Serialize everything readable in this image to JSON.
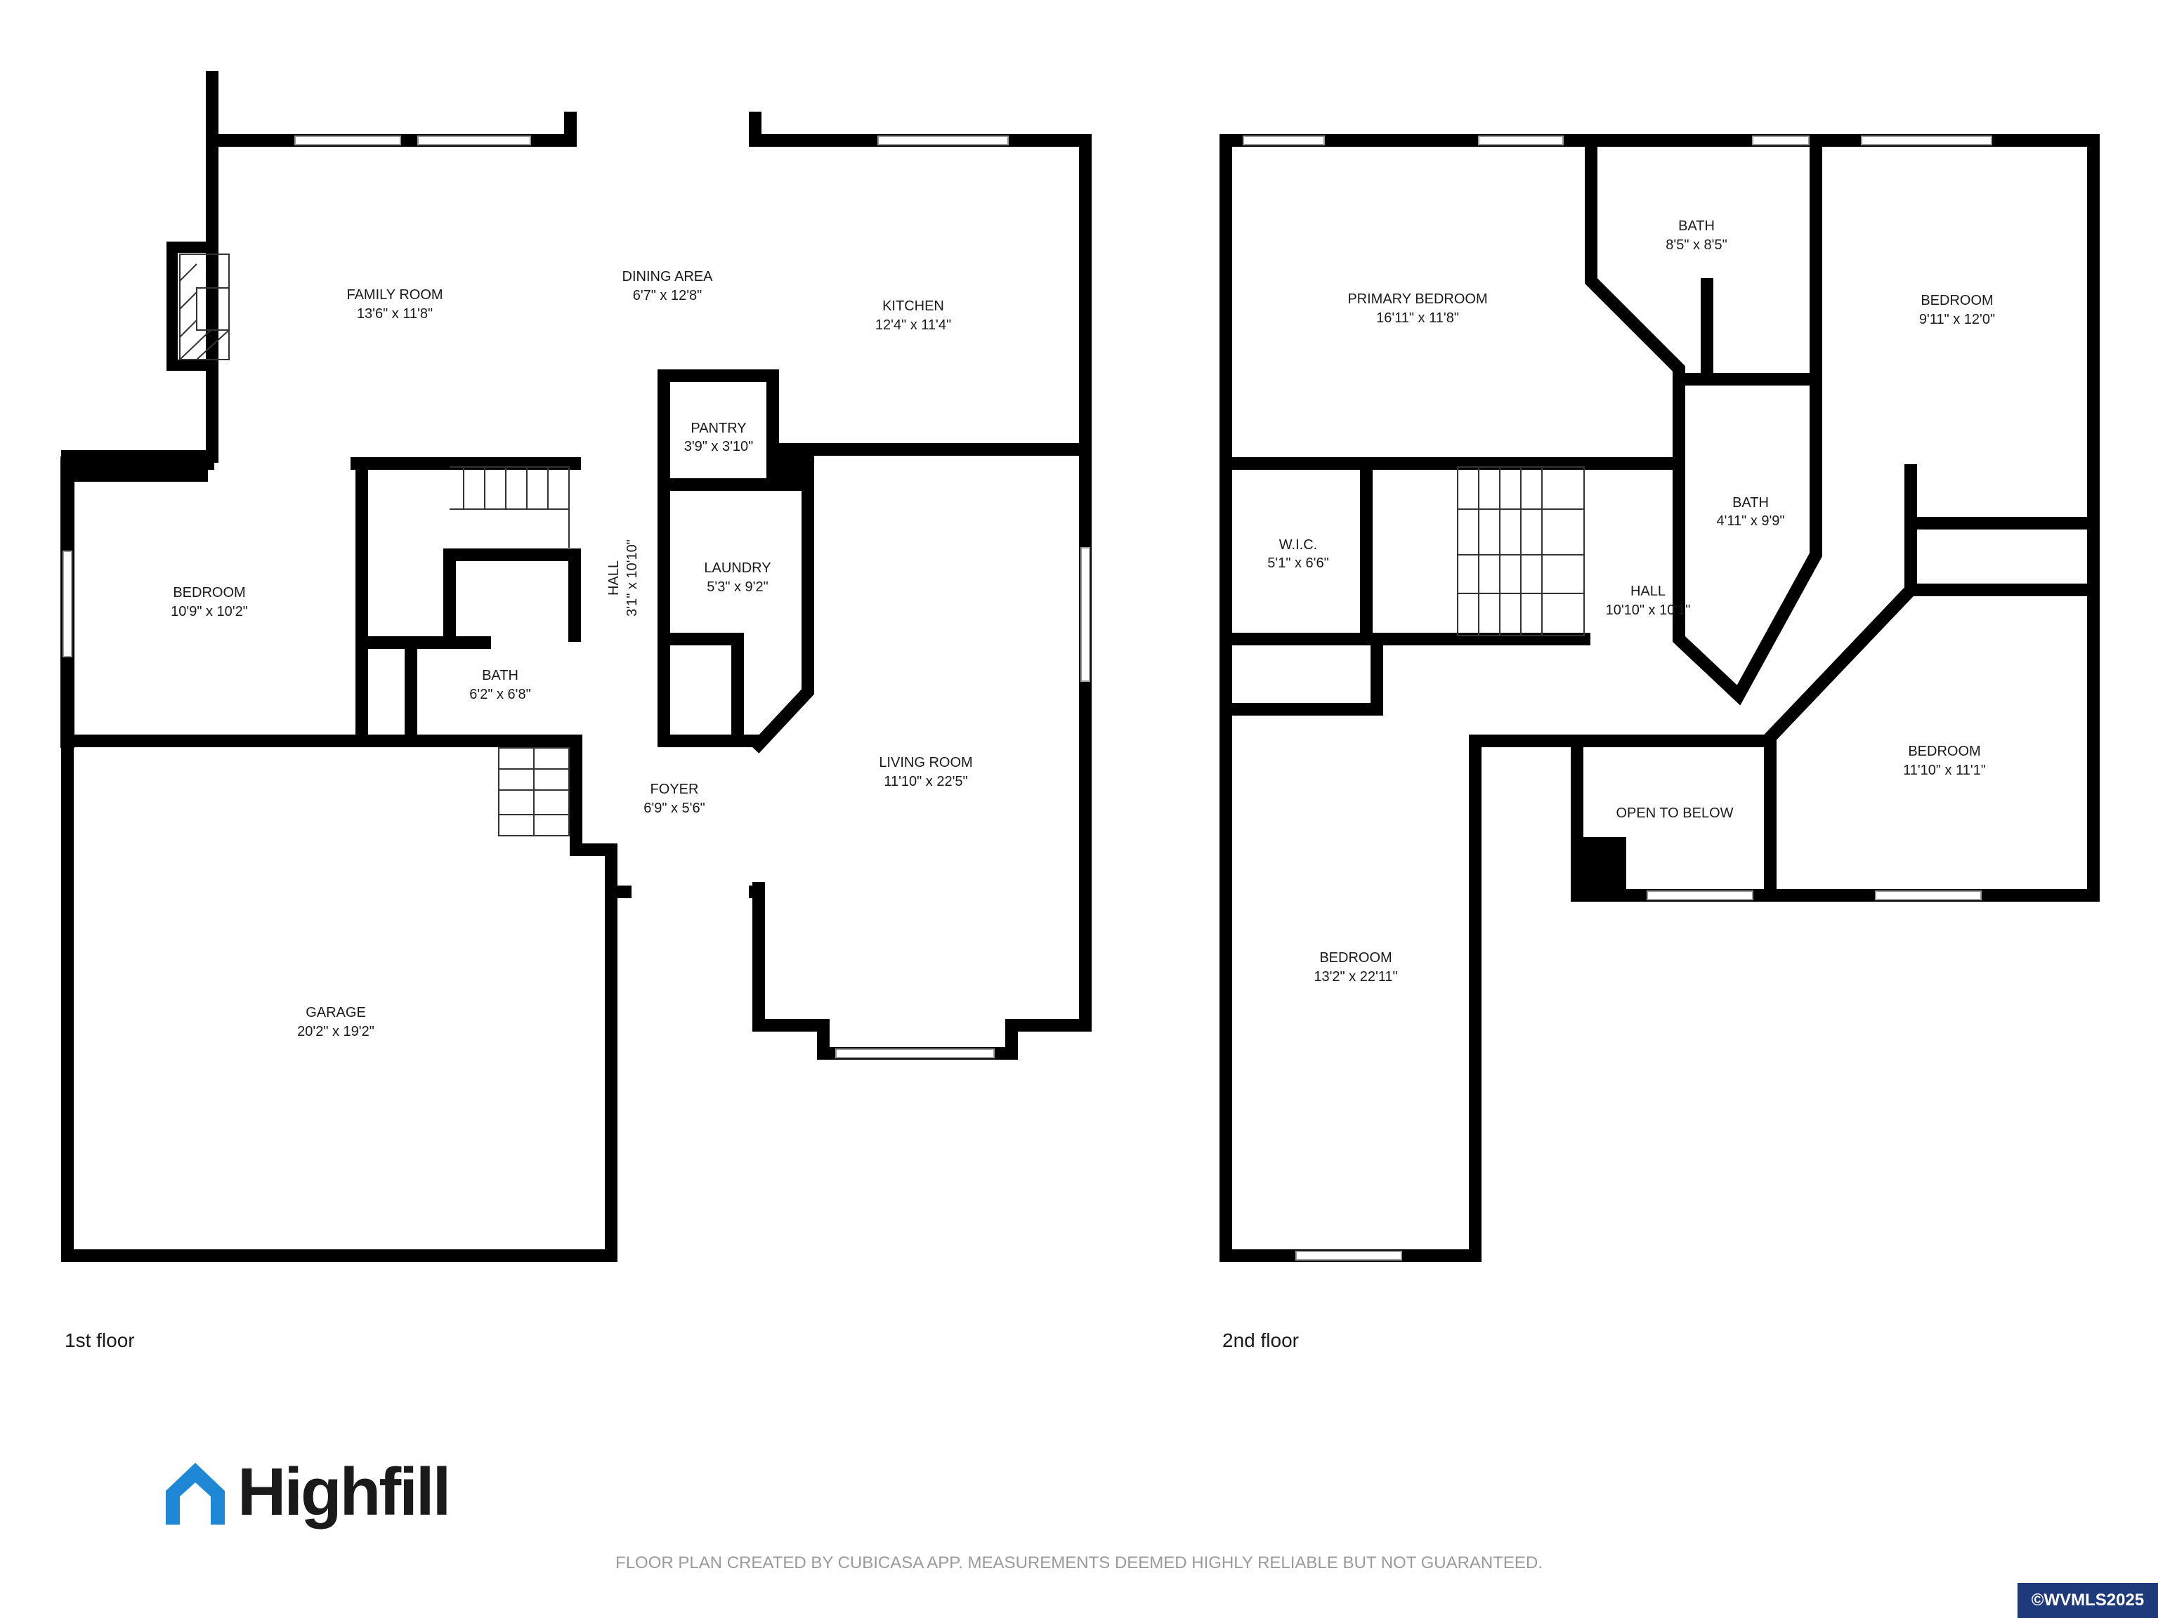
{
  "floors": [
    {
      "label": "1st floor",
      "rooms": [
        {
          "name": "FAMILY ROOM",
          "dims": "13'6\" x 11'8\""
        },
        {
          "name": "DINING AREA",
          "dims": "6'7\" x 12'8\""
        },
        {
          "name": "KITCHEN",
          "dims": "12'4\" x 11'4\""
        },
        {
          "name": "PANTRY",
          "dims": "3'9\" x 3'10\""
        },
        {
          "name": "LAUNDRY",
          "dims": "5'3\" x 9'2\""
        },
        {
          "name": "HALL",
          "dims": "3'1\" x 10'10\""
        },
        {
          "name": "BEDROOM",
          "dims": "10'9\" x 10'2\""
        },
        {
          "name": "BATH",
          "dims": "6'2\" x 6'8\""
        },
        {
          "name": "FOYER",
          "dims": "6'9\" x 5'6\""
        },
        {
          "name": "LIVING ROOM",
          "dims": "11'10\" x 22'5\""
        },
        {
          "name": "GARAGE",
          "dims": "20'2\" x 19'2\""
        }
      ]
    },
    {
      "label": "2nd floor",
      "rooms": [
        {
          "name": "PRIMARY BEDROOM",
          "dims": "16'11\" x 11'8\""
        },
        {
          "name": "BATH",
          "dims": "8'5\" x 8'5\""
        },
        {
          "name": "BEDROOM",
          "dims": "9'11\" x 12'0\""
        },
        {
          "name": "W.I.C.",
          "dims": "5'1\" x 6'6\""
        },
        {
          "name": "BATH",
          "dims": "4'11\" x 9'9\""
        },
        {
          "name": "HALL",
          "dims": "10'10\" x 10'1\""
        },
        {
          "name": "BEDROOM",
          "dims": "11'10\" x 11'1\""
        },
        {
          "name": "OPEN TO BELOW",
          "dims": ""
        },
        {
          "name": "BEDROOM",
          "dims": "13'2\" x 22'11\""
        }
      ]
    }
  ],
  "logo": {
    "text": "Highfill",
    "color": "#1e88d6"
  },
  "disclaimer": "FLOOR PLAN CREATED BY CUBICASA APP. MEASUREMENTS DEEMED HIGHLY RELIABLE BUT NOT GUARANTEED.",
  "badge": "©WVMLS2025",
  "colors": {
    "wall": "#000000",
    "text": "#1a1a1a",
    "badge_bg": "#1f3a7a",
    "disclaimer": "#9a9a9a"
  }
}
